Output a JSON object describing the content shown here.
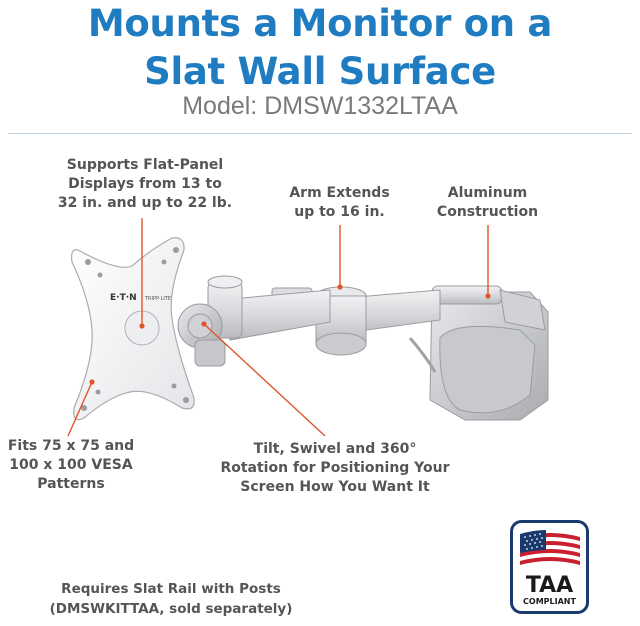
{
  "header": {
    "title_line1": "Mounts a Monitor on a",
    "title_line2": "Slat Wall Surface",
    "model": "Model: DMSW1332LTAA"
  },
  "callouts": {
    "supports": [
      "Supports Flat-Panel",
      "Displays from 13 to",
      "32 in. and up to 22 lb."
    ],
    "arm": [
      "Arm Extends",
      "up to 16 in."
    ],
    "aluminum": [
      "Aluminum",
      "Construction"
    ],
    "vesa": [
      "Fits 75 x 75 and",
      "100 x 100 VESA",
      "Patterns"
    ],
    "tilt": [
      "Tilt, Swivel and 360°",
      "Rotation for Positioning Your",
      "Screen How You Want It"
    ],
    "slat_rail": [
      "Requires Slat Rail with Posts",
      "(DMSWKITTAA, sold separately)"
    ]
  },
  "product": {
    "brand_logo": "E·T·N",
    "label": "TRIPP·LITE"
  },
  "badge": {
    "title": "TAA",
    "subtitle": "COMPLIANT"
  },
  "colors": {
    "headline": "#1f7cc1",
    "leader_line": "#e0552a",
    "badge_border": "#1a3a6e",
    "flag_red": "#c8202f"
  }
}
